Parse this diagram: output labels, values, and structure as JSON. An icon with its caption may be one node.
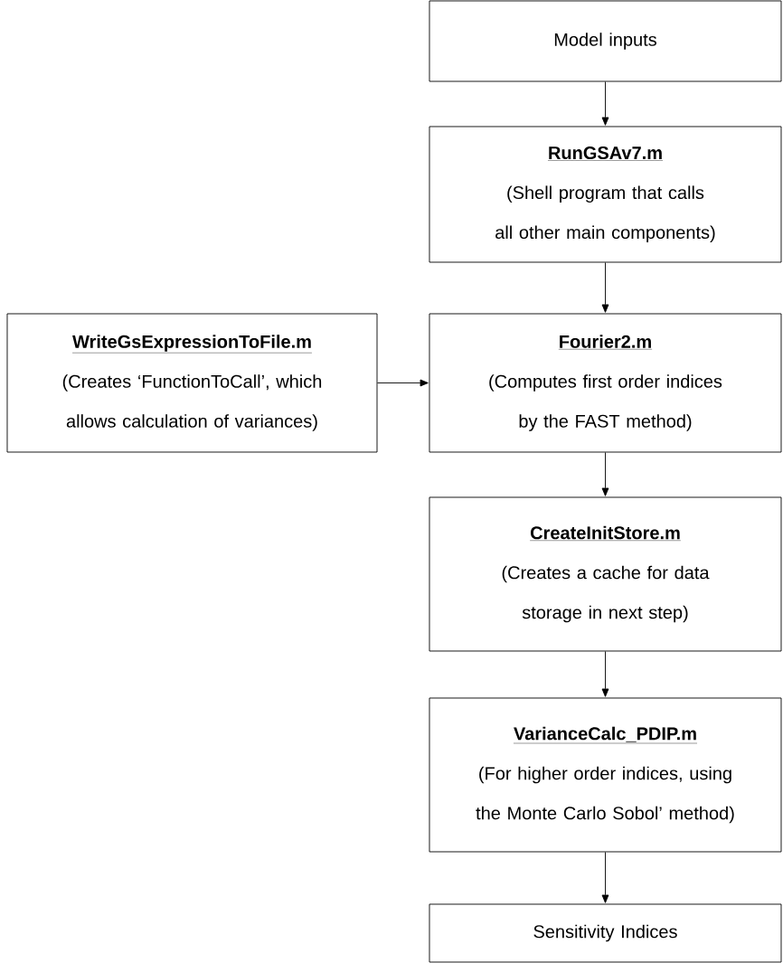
{
  "diagram": {
    "nodes": [
      {
        "text": [
          "Model inputs"
        ]
      },
      {
        "text": [
          "RunGSAv7.m",
          "(Shell program that calls all other main components)"
        ]
      },
      {
        "text": [
          "WriteGsExpressionToFile.m",
          "(Creates ‘FunctionToCall’, which allows calculation of variances)"
        ]
      },
      {
        "text": [
          "Fourier2.m",
          "(Computes first order indices by the FAST method)"
        ]
      },
      {
        "text": [
          "CreateInitStore.m",
          "(Creates a cache for data storage in next step)"
        ]
      },
      {
        "text": [
          "VarianceCalc_PDIP.m",
          "(For higher order indices, using the Monte Carlo Sobol’ method)"
        ]
      },
      {
        "text": [
          "Sensitivity Indices"
        ]
      }
    ],
    "edges": [
      {
        "from": 0,
        "to": 1,
        "arrow": "to"
      },
      {
        "from": 1,
        "to": 3,
        "arrow": "to"
      },
      {
        "from": 2,
        "to": 3,
        "arrow": "to"
      },
      {
        "from": 3,
        "to": 4,
        "arrow": "to"
      },
      {
        "from": 4,
        "to": 5,
        "arrow": "to"
      },
      {
        "from": 5,
        "to": 6,
        "arrow": "to"
      }
    ]
  }
}
